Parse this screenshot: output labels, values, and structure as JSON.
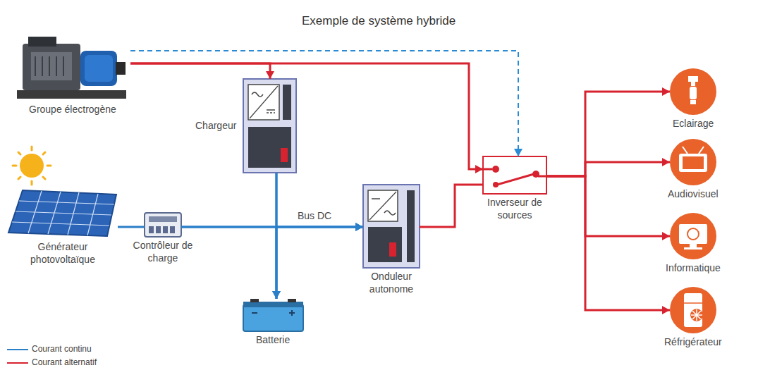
{
  "diagram": {
    "title": "Exemple de système hybride",
    "nodes": [
      {
        "text": [
          "Groupe électrogène"
        ]
      },
      {
        "text": [
          "Chargeur"
        ]
      },
      {
        "text": [
          "Générateur photovoltaïque"
        ]
      },
      {
        "text": [
          "Contrôleur de charge"
        ]
      },
      {
        "text": [
          "Batterie"
        ]
      },
      {
        "text": [
          "Onduleur autonome"
        ]
      },
      {
        "text": [
          "Inverseur de sources"
        ]
      },
      {
        "text": [
          "Eclairage"
        ]
      },
      {
        "text": [
          "Audiovisuel"
        ]
      },
      {
        "text": [
          "Informatique"
        ]
      },
      {
        "text": [
          "Réfrigérateur"
        ]
      }
    ],
    "edges": [
      {
        "from": 0,
        "to": 1,
        "arrow": "to"
      },
      {
        "from": 0,
        "to": 6,
        "arrow": "to"
      },
      {
        "from": 0,
        "to": 6,
        "arrow": "to"
      },
      {
        "from": 2,
        "to": 3,
        "arrow": "none"
      },
      {
        "from": 3,
        "to": 4,
        "arrow": "to"
      },
      {
        "from": 3,
        "to": 5,
        "arrow": "to"
      },
      {
        "from": 1,
        "to": 4,
        "arrow": "to"
      },
      {
        "from": 1,
        "to": 5,
        "arrow": "to"
      },
      {
        "from": 4,
        "to": 5,
        "arrow": "to"
      },
      {
        "from": 5,
        "to": 6,
        "arrow": "none"
      },
      {
        "from": 6,
        "to": 7,
        "arrow": "to"
      },
      {
        "from": 6,
        "to": 8,
        "arrow": "to"
      },
      {
        "from": 6,
        "to": 9,
        "arrow": "to"
      },
      {
        "from": 6,
        "to": 10,
        "arrow": "to"
      }
    ],
    "labels": [
      "Bus DC"
    ],
    "legend": [
      {
        "text": "Courant continu",
        "color": "#2a7fc9"
      },
      {
        "text": "Courant alternatif",
        "color": "#d7232f"
      }
    ]
  }
}
